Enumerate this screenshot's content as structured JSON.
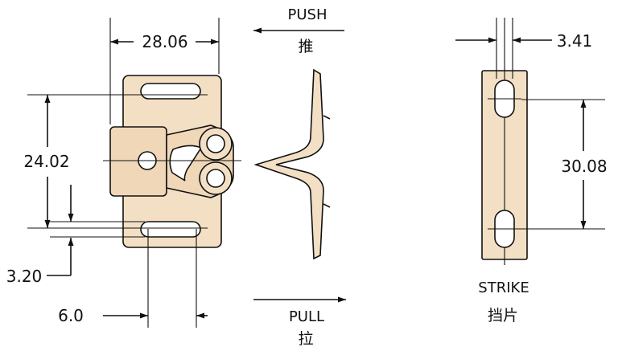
{
  "dimensions": {
    "width_top": "28.06",
    "height_left": "24.02",
    "offset_left": "3.20",
    "slot_bottom": "6.0",
    "strike_width": "3.41",
    "strike_spacing": "30.08"
  },
  "labels": {
    "push_en": "PUSH",
    "push_zh": "推",
    "pull_en": "PULL",
    "pull_zh": "拉",
    "strike_en": "STRIKE",
    "strike_zh": "挡片"
  },
  "colors": {
    "line": "#111111",
    "part_fill": "#f3dfc4",
    "background": "#ffffff"
  }
}
